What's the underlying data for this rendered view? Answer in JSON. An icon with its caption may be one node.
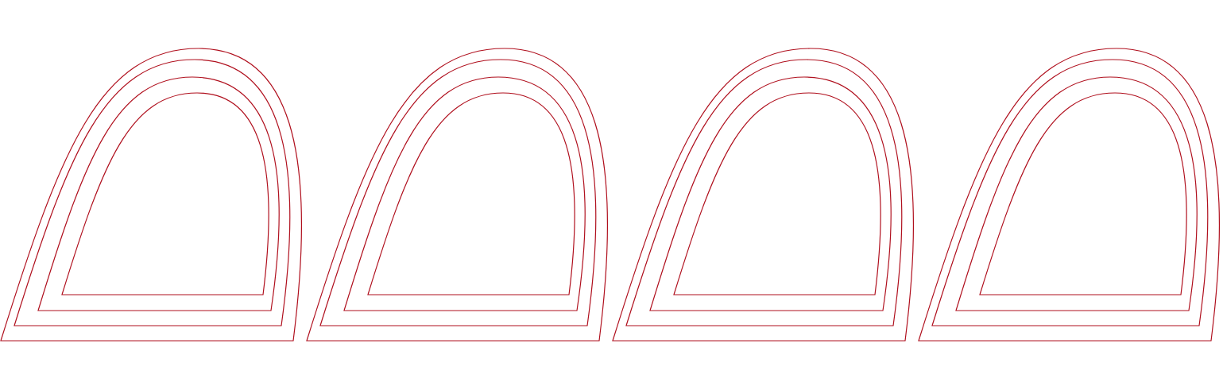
{
  "diagram": {
    "nodes": [
      {
        "text": [],
        "shape": "arch"
      },
      {
        "text": [],
        "shape": "arch",
        "in": 0
      },
      {
        "text": [],
        "shape": "arch",
        "in": 1
      },
      {
        "text": [],
        "shape": "arch",
        "in": 2
      },
      {
        "text": [],
        "shape": "arch"
      },
      {
        "text": [],
        "shape": "arch",
        "in": 4
      },
      {
        "text": [],
        "shape": "arch",
        "in": 5
      },
      {
        "text": [],
        "shape": "arch",
        "in": 6
      },
      {
        "text": [],
        "shape": "arch"
      },
      {
        "text": [],
        "shape": "arch",
        "in": 8
      },
      {
        "text": [],
        "shape": "arch",
        "in": 9
      },
      {
        "text": [],
        "shape": "arch",
        "in": 10
      },
      {
        "text": [],
        "shape": "arch"
      },
      {
        "text": [],
        "shape": "arch",
        "in": 12
      },
      {
        "text": [],
        "shape": "arch",
        "in": 13
      },
      {
        "text": [],
        "shape": "arch",
        "in": 14
      }
    ]
  }
}
